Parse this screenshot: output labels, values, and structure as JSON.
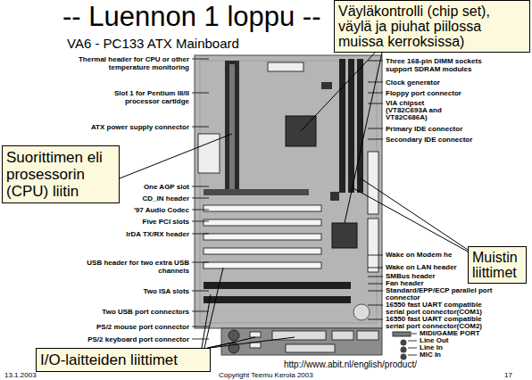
{
  "diagram": {
    "title": "-- Luennon 1 loppu --",
    "nodes": [
      {
        "text": [
          "Väyläkontrolli (chip set), väylä ja piuhat piilossa muissa kerroksissa)"
        ]
      },
      {
        "text": [
          "Suorittimen eli prosessorin (CPU) liitin"
        ]
      },
      {
        "text": [
          "Muistin liittimet"
        ]
      },
      {
        "text": [
          "I/O-laitteiden liittimet"
        ]
      }
    ],
    "labels": [
      "VA6 - PC133 ATX Mainboard",
      "Thermal header for CPU or other temperature monitoring",
      "Slot 1 for Pentium III/II processor cartidge",
      "ATX power supply connector",
      "One AGP slot",
      "CD_IN header",
      "'97 Audio Codec",
      "Five PCI slots",
      "IrDA TX/RX header",
      "USB header for two extra USB channels",
      "Two ISA slots",
      "Two USB port connectors",
      "PS/2 mouse port connector",
      "PS/2 keyboard port connector",
      "Three 168-pin DIMM sockets support SDRAM modules",
      "Clock generator",
      "Floppy port connector",
      "VIA chipset (VT82C693A and VT82C686A)",
      "Primary IDE connector",
      "Secondary IDE connector",
      "Wake on Modem he",
      "Wake on LAN header",
      "SMBus header",
      "Fan header",
      "Standard/EPP/ECP parallel port connector",
      "16550 fast UART compatible serial port connector(COM1)",
      "16550 fast UART compatible serial port connector(COM2)",
      "MIDI/GAME PORT",
      "Line Out",
      "Line In",
      "MIC In",
      "http://www.abit.nl/english/product/",
      "13.1.2003",
      "Copyright Teemu Kerola 2003",
      "17"
    ]
  }
}
